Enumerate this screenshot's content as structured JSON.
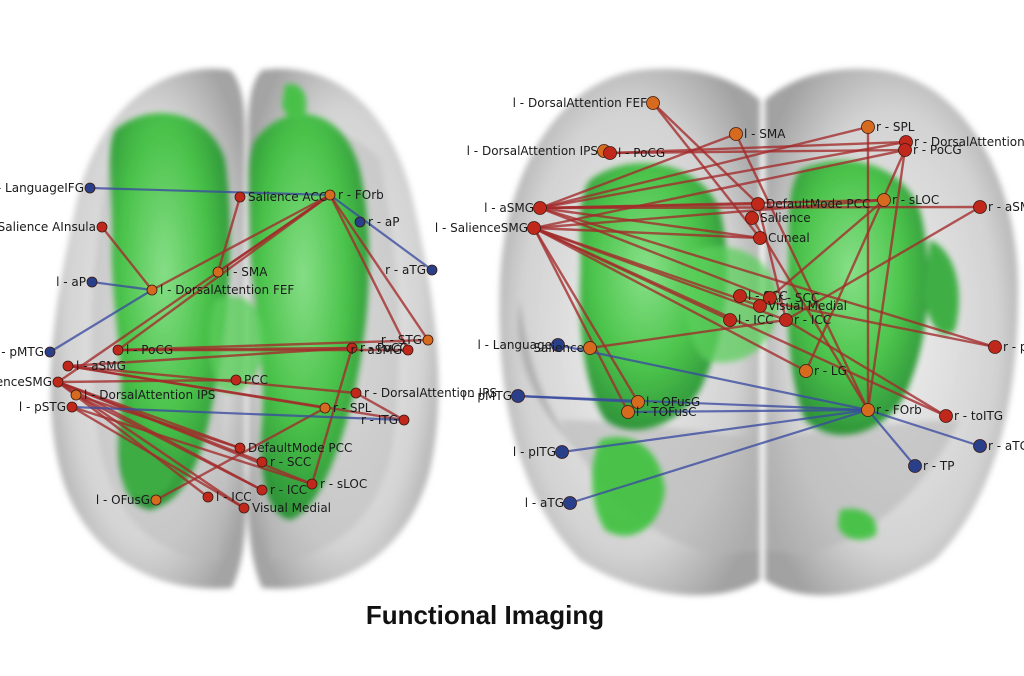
{
  "caption": "Functional Imaging",
  "colors": {
    "red_node": "#c0281c",
    "orange_node": "#d66a1e",
    "blue_node": "#2a3f8a",
    "red_edge": "#a32a2a",
    "blue_edge": "#3a4aa0",
    "green_activation": "#3cc23c",
    "brain_shell": "#d0d0d0"
  },
  "views": [
    {
      "name": "axial",
      "labels": [
        {
          "id": "l-lang-ifg",
          "text": "l - LanguageIFG",
          "color": "blue"
        },
        {
          "id": "l-sal-ainsula",
          "text": "l - Salience AInsula",
          "color": "red"
        },
        {
          "id": "sal-acc",
          "text": "Salience ACC",
          "color": "red"
        },
        {
          "id": "r-forb",
          "text": "r - FOrb",
          "color": "orange"
        },
        {
          "id": "r-ap",
          "text": "r - aP",
          "color": "blue"
        },
        {
          "id": "l-ap",
          "text": "l - aP",
          "color": "blue"
        },
        {
          "id": "l-sma",
          "text": "l - SMA",
          "color": "orange"
        },
        {
          "id": "l-dorsfef",
          "text": "l - DorsalAttention FEF",
          "color": "orange"
        },
        {
          "id": "r-atg",
          "text": "r - aTG",
          "color": "blue"
        },
        {
          "id": "l-pmtg",
          "text": "l - pMTG",
          "color": "blue"
        },
        {
          "id": "l-pocg",
          "text": "l - PoCG",
          "color": "red"
        },
        {
          "id": "r-pocg",
          "text": "r - PoCG",
          "color": "red"
        },
        {
          "id": "r-stg",
          "text": "r - STG",
          "color": "orange"
        },
        {
          "id": "r-asmg",
          "text": "r - aSMG",
          "color": "red"
        },
        {
          "id": "l-asmg",
          "text": "l - aSMG",
          "color": "red"
        },
        {
          "id": "l-sal-smg",
          "text": "l - SalienceSMG",
          "color": "red"
        },
        {
          "id": "l-dorsips",
          "text": "l - DorsalAttention IPS",
          "color": "orange"
        },
        {
          "id": "l-pstg",
          "text": "l - pSTG",
          "color": "red"
        },
        {
          "id": "r-dorsips",
          "text": "r - DorsalAttention IPS",
          "color": "red"
        },
        {
          "id": "r-spl",
          "text": "r - SPL",
          "color": "orange"
        },
        {
          "id": "r-itg",
          "text": "r - ITG",
          "color": "red"
        },
        {
          "id": "pcc",
          "text": "PCC",
          "color": "red"
        },
        {
          "id": "dmn-pcc",
          "text": "DefaultMode PCC",
          "color": "red"
        },
        {
          "id": "r-scc",
          "text": "r - SCC",
          "color": "red"
        },
        {
          "id": "r-sloc",
          "text": "r - sLOC",
          "color": "red"
        },
        {
          "id": "l-ofusg",
          "text": "l - OFusG",
          "color": "orange"
        },
        {
          "id": "l-icc",
          "text": "l - ICC",
          "color": "red"
        },
        {
          "id": "r-icc",
          "text": "r - ICC",
          "color": "red"
        },
        {
          "id": "vis-medial",
          "text": "Visual Medial",
          "color": "red"
        }
      ]
    },
    {
      "name": "coronal",
      "labels": [
        {
          "id": "l-dorsfef2",
          "text": "l - DorsalAttention FEF",
          "color": "orange"
        },
        {
          "id": "l-sma2",
          "text": "l - SMA",
          "color": "orange"
        },
        {
          "id": "r-spl2",
          "text": "r - SPL",
          "color": "orange"
        },
        {
          "id": "l-dorsips2",
          "text": "l - DorsalAttention IPS",
          "color": "orange"
        },
        {
          "id": "r-dorsips2",
          "text": "r - DorsalAttention IPS",
          "color": "red"
        },
        {
          "id": "r-pocg2",
          "text": "r - PoCG",
          "color": "red"
        },
        {
          "id": "l-pocg2",
          "text": "l - PoCG",
          "color": "red"
        },
        {
          "id": "dmn-pcc2",
          "text": "DefaultMode PCC",
          "color": "red"
        },
        {
          "id": "salience",
          "text": "Salience",
          "color": "red"
        },
        {
          "id": "r-sloc2",
          "text": "r - sLOC",
          "color": "orange"
        },
        {
          "id": "l-asmg2",
          "text": "l - aSMG",
          "color": "red"
        },
        {
          "id": "r-asmg2",
          "text": "r - aSMG",
          "color": "red"
        },
        {
          "id": "l-sal-smg2",
          "text": "l - SalienceSMG",
          "color": "red"
        },
        {
          "id": "cuneal",
          "text": "Cuneal",
          "color": "red"
        },
        {
          "id": "l-scc2",
          "text": "l - SCC",
          "color": "red"
        },
        {
          "id": "r-scc2",
          "text": "r - SCC",
          "color": "red"
        },
        {
          "id": "vis-medial2",
          "text": "Visual Medial",
          "color": "red"
        },
        {
          "id": "l-icc2",
          "text": "l - ICC",
          "color": "red"
        },
        {
          "id": "r-icc2",
          "text": "r - ICC",
          "color": "red"
        },
        {
          "id": "l-language2",
          "text": "l - Language",
          "color": "blue"
        },
        {
          "id": "sal-ains2",
          "text": "Salience",
          "color": "orange"
        },
        {
          "id": "r-pstg2",
          "text": "r - pSTG",
          "color": "red"
        },
        {
          "id": "r-lg",
          "text": "r - LG",
          "color": "orange"
        },
        {
          "id": "l-pmtg2",
          "text": "l - pMTG",
          "color": "blue"
        },
        {
          "id": "l-ofusg2",
          "text": "l - OFusG",
          "color": "orange"
        },
        {
          "id": "l-tofusc",
          "text": "l - TOFusC",
          "color": "orange"
        },
        {
          "id": "r-forb2",
          "text": "r - FOrb",
          "color": "orange"
        },
        {
          "id": "r-toitg",
          "text": "r - toITG",
          "color": "red"
        },
        {
          "id": "l-pitg",
          "text": "l - pITG",
          "color": "blue"
        },
        {
          "id": "r-atg2",
          "text": "r - aTG",
          "color": "blue"
        },
        {
          "id": "r-tp",
          "text": "r - TP",
          "color": "blue"
        },
        {
          "id": "l-atg",
          "text": "l - aTG",
          "color": "blue"
        }
      ]
    }
  ]
}
